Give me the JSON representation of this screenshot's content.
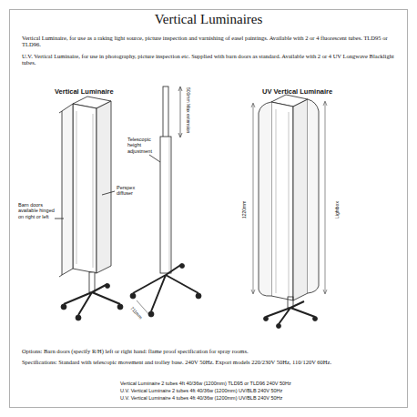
{
  "diagram": {
    "title": "Vertical Luminaires",
    "labels": [
      "Vertical Luminaire, for use as a raking light source, picture inspection and varnishing of easel paintings. Available with 2 or 4 fluorescent tubes. TLD95 or TLD96.",
      "U.V. Vertical Luminaire, for use in photography, picture inspection etc. Supplied with barn doors as standard. Available with 2 or 4 UV Longwave Blacklight tubes.",
      "Vertical Luminaire",
      "UV Vertical Luminaire",
      "Perspex diffuser",
      "Barn doors available hinged on right or left",
      "Telescopic height adjustment",
      "500mm Max extension",
      "711mm",
      "1220mm",
      "Lightbox",
      "Options: Barn doors (specify R/H) left or right hand: flame proof specification for spray rooms.",
      "Specifications: Standard with telescopic movement and trolley base. 240V 50Hz. Export models 220/230V 50Hz, 110/120V 60Hz.",
      "Vertical Luminaire 2 tubes 4ft 40/36w (1200mm) TLD95 or TLD96 240V 50Hz",
      "U.V. Vertical Luminaire 2 tubes 4ft 40/36w (1200mm) UV/BLB 240V 50Hz",
      "U.V. Vertical Luminaire 4 tubes 4ft 40/36w (1200mm) UV/BLB 240V 50Hz"
    ]
  }
}
